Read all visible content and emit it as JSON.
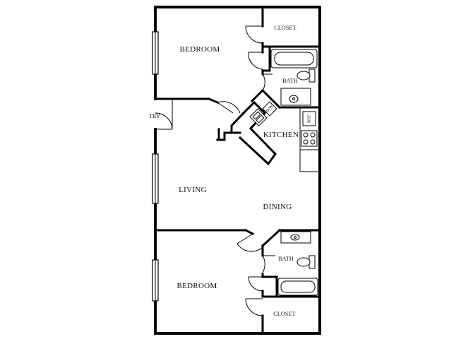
{
  "floor_plan": {
    "rooms": {
      "bedroom_top": "BEDROOM",
      "closet_top": "CLOSET",
      "bath_top": "BATH",
      "kitchen": "KITCHEN",
      "entry": "TRY",
      "living": "LIVING",
      "dining": "DINING",
      "bath_bottom": "BATH",
      "bedroom_bottom": "BEDROOM",
      "closet_bottom": "CLOSET"
    },
    "appliances": {
      "refrigerator": "REF",
      "dishwasher": "D/W"
    }
  }
}
